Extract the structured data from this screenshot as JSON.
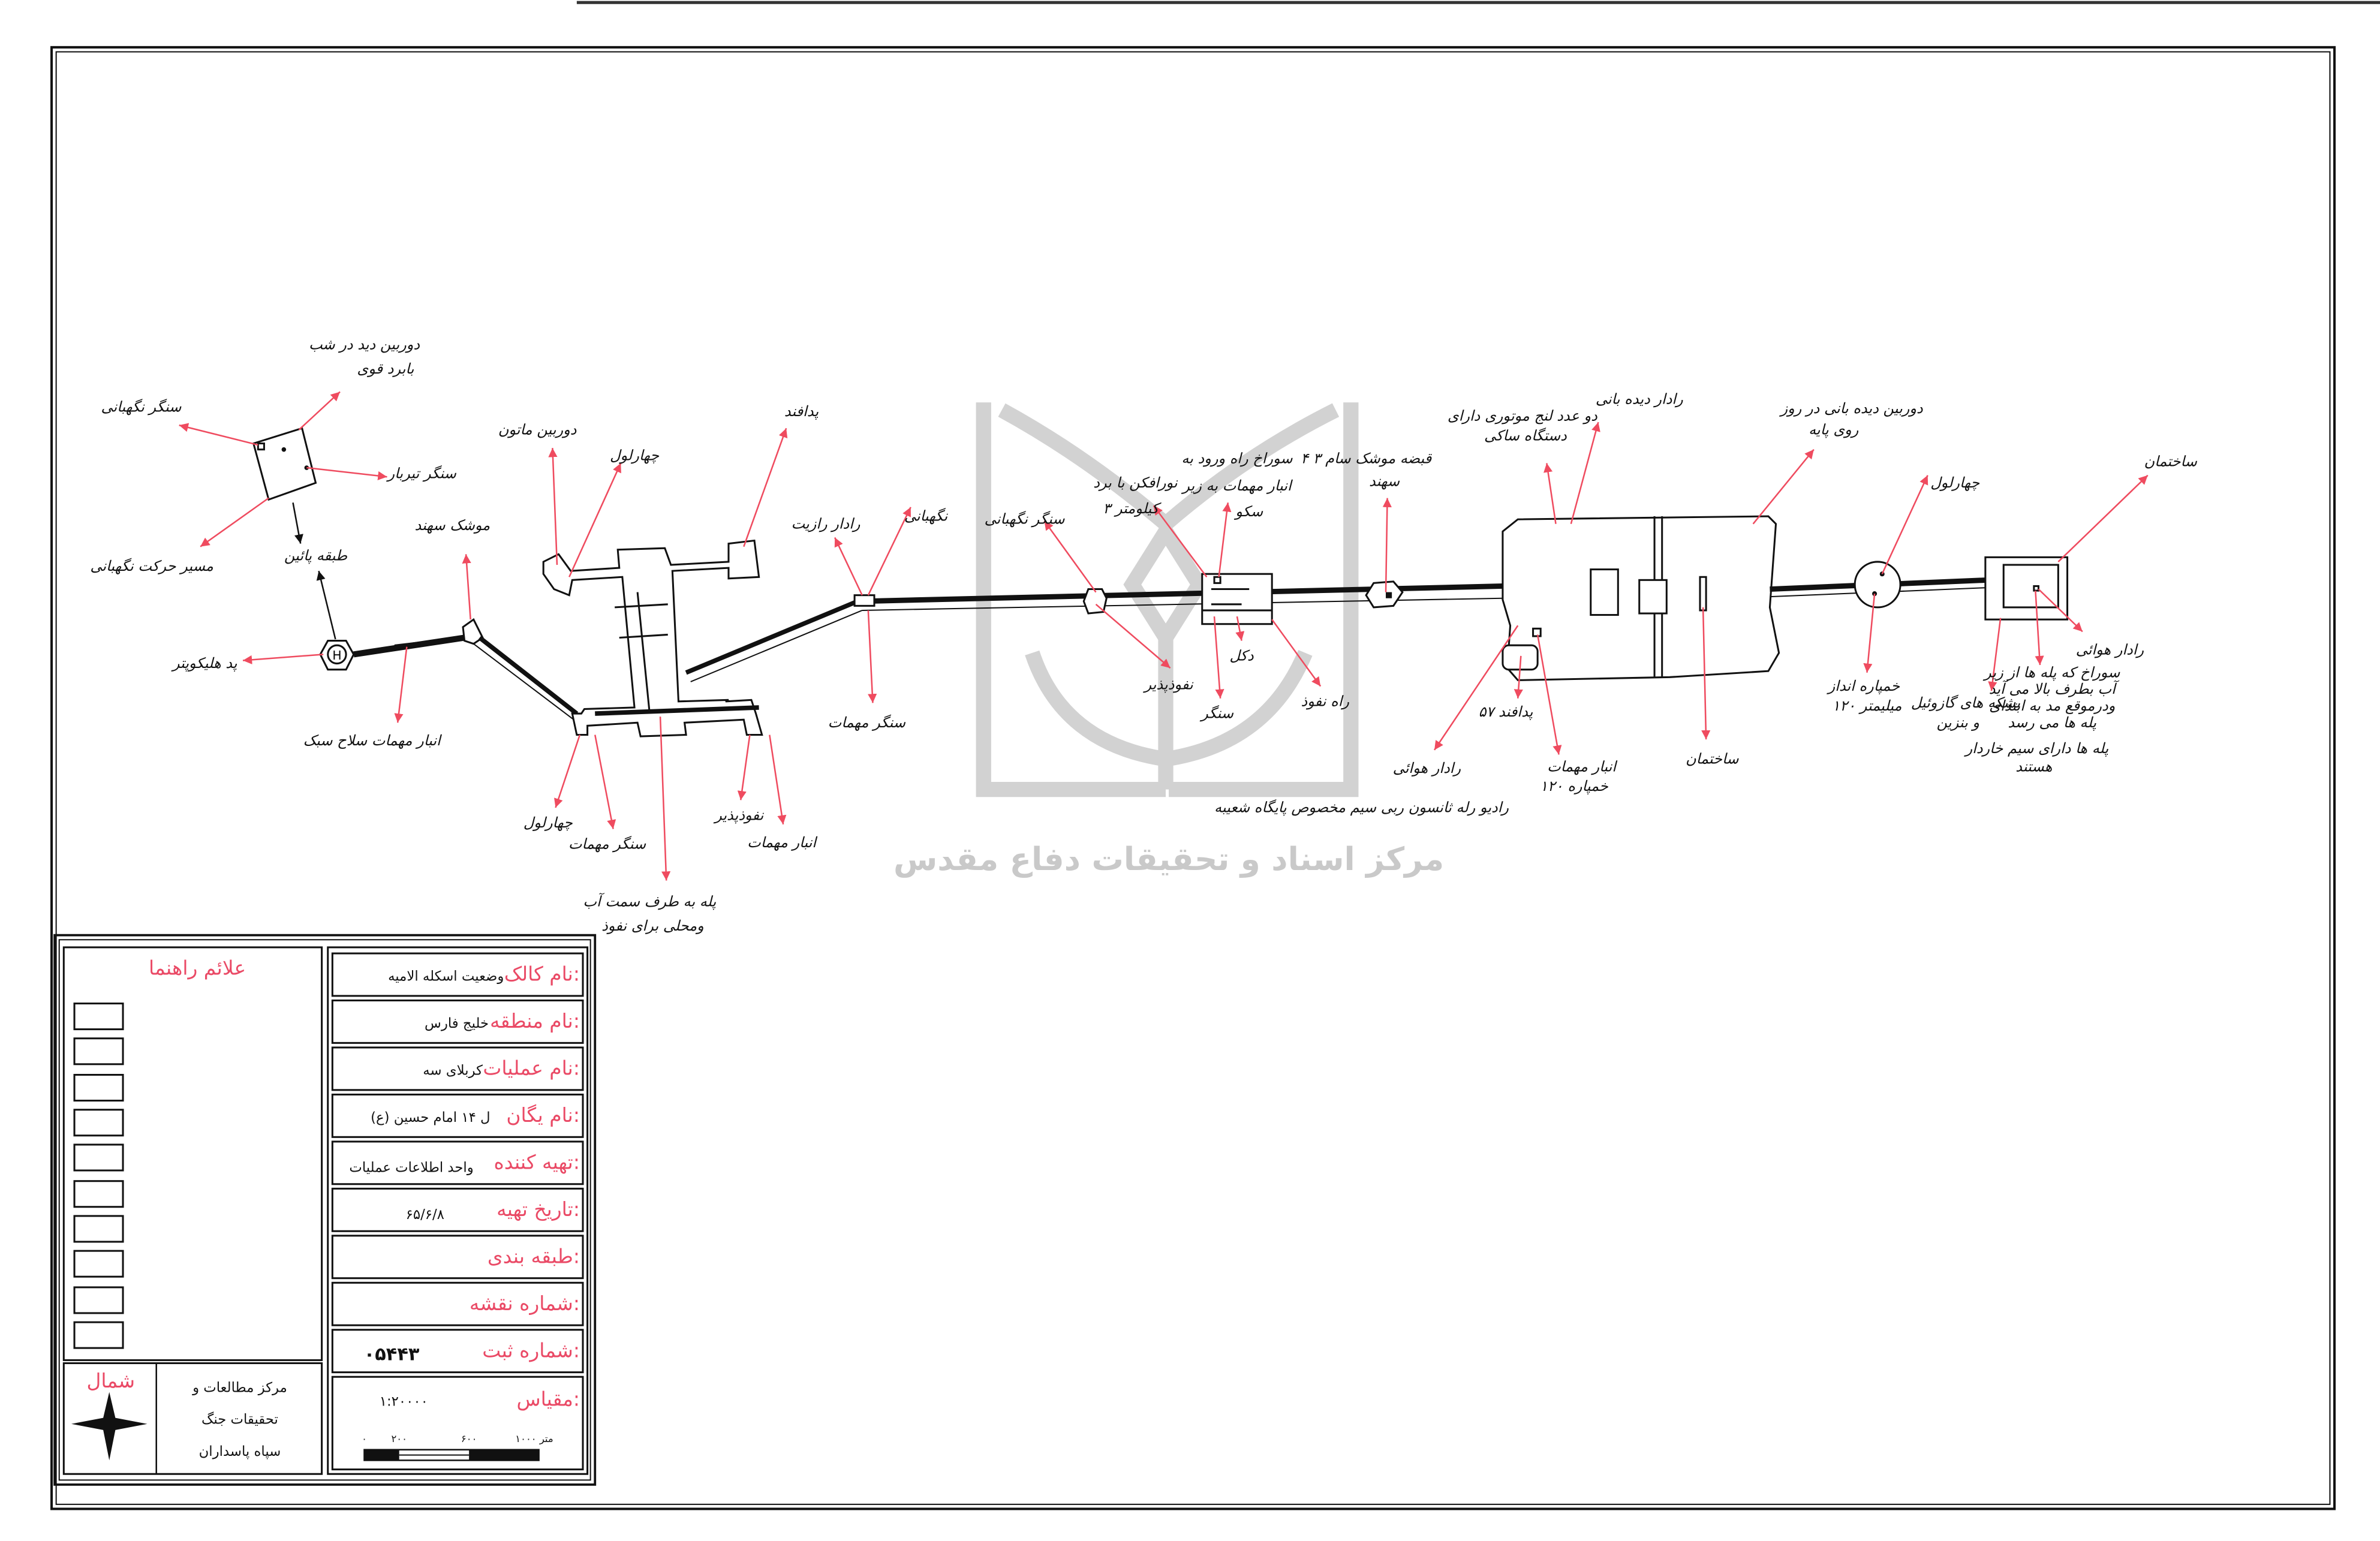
{
  "map": {
    "labels": {
      "night_camera_1": "دوربین دید در شب",
      "night_camera_2": "بابرد قوی",
      "guard_post_left": "سنگر نگهبانی",
      "mg_post": "سنگر تیربار",
      "guard_route": "مسیر حرکت نگهبانی",
      "lower_floor": "طبقه پائین",
      "helipad": "پد هلیکوپتر",
      "light_ammo_store": "انبار مهمات سلاح سبک",
      "sahand_missile": "موشک سهند",
      "camera_maton": "دوربین ماتون",
      "quad_gun_top": "چهارلول",
      "air_defense_top": "پدافند",
      "quad_gun_bottom": "چهارلول",
      "ammo_post_bottom": "سنگر مهمات",
      "stairs_1": "پله به طرف سمت آب",
      "stairs_2": "ومحلی برای نفوذ",
      "penetrable_left": "نفوذپذیر",
      "ammo_store_left": "انبار مهمات",
      "razit_radar": "رادار رازیت",
      "guard": "نگهبانی",
      "ammo_post_mid": "سنگر مهمات",
      "guard_post_mid": "سنگر نگهبانی",
      "searchlight_1": "نورافکن با برد",
      "searchlight_2": "۳ کیلومتر",
      "entry_hole_1": "سوراخ راه ورود به",
      "entry_hole_2": "انبار مهمات به زیر",
      "entry_hole_3": "سکو",
      "sam_1": "۴ قبضه موشک سام ۳",
      "sam_2": "سهند",
      "penetrable_mid": "نفوذپذیر",
      "mast": "دکل",
      "post": "سنگر",
      "infiltration_route": "راه نفوذ",
      "air_radar_mid": "رادار هوائی",
      "radio_relay": "رادیو رله ثانسون ربی سیم مخصوص پایگاه شعیبه",
      "boats_1": "دو عدد لنج موتوری دارای",
      "boats_2": "دستگاه ساکی",
      "observation_radar": "رادار دیده بانی",
      "day_camera_1": "دوربین دیده بانی در روز",
      "day_camera_2": "روی پایه",
      "air_defense_57": "پدافند ۵۷",
      "mortar_ammo_1": "انبار مهمات",
      "mortar_ammo_2": "خمپاره ۱۲۰",
      "building_mid": "ساختمان",
      "quad_gun_right": "چهارلول",
      "mortar_1": "خمپاره انداز",
      "mortar_2": "۱۲۰ میلیمتر",
      "building_right": "ساختمان",
      "air_radar_right": "رادار هوائی",
      "hole_stairs_1": "سوراخ که پله ها از زیر",
      "hole_stairs_2": "آب بطرف بالا می آید",
      "hole_stairs_3": "ودرموقع مد به ابتدای",
      "hole_stairs_4": "پله ها می رسد",
      "barbed_1": "پله ها دارای سیم خاردار",
      "barbed_2": "هستند",
      "barrels_1": "بشکه های گازوئیل",
      "barrels_2": "و بنزین",
      "helipad_mark": "H"
    },
    "watermark": "مرکز اسناد و تحقیقات دفاع مقدس"
  },
  "title_block": {
    "legend_title": "علائم راهنما",
    "north_label": "شمال",
    "org_1": "مرکز مطالعات و",
    "org_2": "تحقیقات جنگ",
    "org_3": "سپاه پاسداران",
    "rows": [
      {
        "key": "نام کالک:",
        "value": "وضعیت اسکله الامیه"
      },
      {
        "key": "نام منطقه:",
        "value": "خلیج فارس"
      },
      {
        "key": "نام عملیات:",
        "value": "کربلای سه"
      },
      {
        "key": "نام یگان:",
        "value": "ل ۱۴ امام حسین (ع)"
      },
      {
        "key": "تهیه کننده:",
        "value": "واحد اطلاعات عملیات"
      },
      {
        "key": "تاریخ تهیه:",
        "value": "۶۵/۶/۸"
      },
      {
        "key": "طبقه بندی:",
        "value": ""
      },
      {
        "key": "شماره نقشه:",
        "value": ""
      },
      {
        "key": "شماره ثبت:",
        "value": "۰۵۴۴۳"
      },
      {
        "key": "مقیاس:",
        "value": "۱:۲۰۰۰۰"
      }
    ],
    "scale_ticks": [
      "۰",
      "۲۰۰",
      "۶۰۰",
      "۱۰۰۰ متر"
    ]
  }
}
